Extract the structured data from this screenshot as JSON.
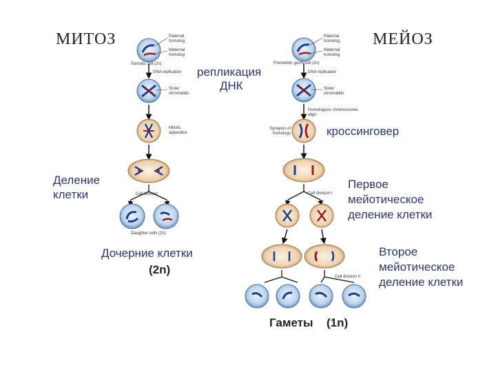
{
  "titles": {
    "mitosis": "МИТОЗ",
    "meiosis": "МЕЙОЗ"
  },
  "labels": {
    "replication": "репликация",
    "dna": "ДНК",
    "crossing_over": "кроссинговер",
    "cell_division_1": "Деление",
    "cell_division_2": "клетки",
    "daughter_cells": "Дочерние клетки",
    "daughter_ploidy": "(2n)",
    "first_meiotic_1": "Первое",
    "first_meiotic_2": "мейотическое",
    "first_meiotic_3": "деление клетки",
    "second_meiotic_1": "Второе",
    "second_meiotic_2": "мейотическое",
    "second_meiotic_3": "деление клетки",
    "gametes": "Гаметы",
    "gametes_ploidy": "(1n)"
  },
  "small_labels": {
    "paternal": "Paternal homolog",
    "maternal": "Maternal homolog",
    "somatic_cell": "Somatic cell (2n)",
    "germ_cell": "Premeiotic germ cell (2n)",
    "dna_replication": "DNA replication",
    "sister_chromatids": "Sister chromatids",
    "mitotic_apparatus": "Mitotic apparatus",
    "homologous_align": "Homologous chromosomes align",
    "synapsis": "Synapsis of homologs",
    "cell_division": "Cell division",
    "cell_division_i": "Cell division I",
    "cell_division_ii": "Cell division II",
    "daughter_cells_2n": "Daughter cells (2n)"
  },
  "colors": {
    "text": "#2a3470",
    "chromosome_blue": "#1f3d8a",
    "chromosome_red": "#a01818",
    "cell_fill": "#c9dcee",
    "dividing_fill": "#f1d9b8"
  }
}
